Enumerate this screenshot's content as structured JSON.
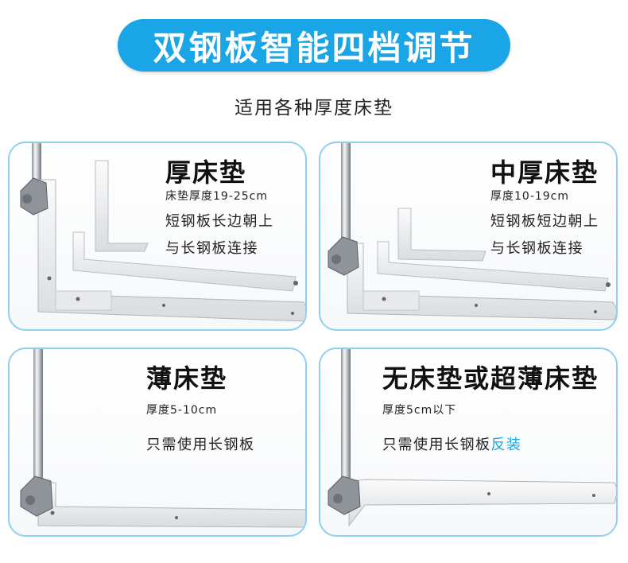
{
  "header": {
    "title": "双钢板智能四档调节",
    "subtitle": "适用各种厚度床垫"
  },
  "colors": {
    "accent": "#1aa5e6",
    "panel_border": "#8ed0f0"
  },
  "panels": [
    {
      "title": "厚床垫",
      "spec": "床垫厚度19-25cm",
      "line1": "短钢板长边朝上",
      "line2": "与长钢板连接"
    },
    {
      "title": "中厚床垫",
      "spec": "厚度10-19cm",
      "line1": "短钢板短边朝上",
      "line2": "与长钢板连接"
    },
    {
      "title": "薄床垫",
      "spec": "厚度5-10cm",
      "line1": "只需使用长钢板"
    },
    {
      "title": "无床垫或超薄床垫",
      "spec": "厚度5cm以下",
      "line1": "只需使用长钢板",
      "line1_accent": "反装"
    }
  ]
}
